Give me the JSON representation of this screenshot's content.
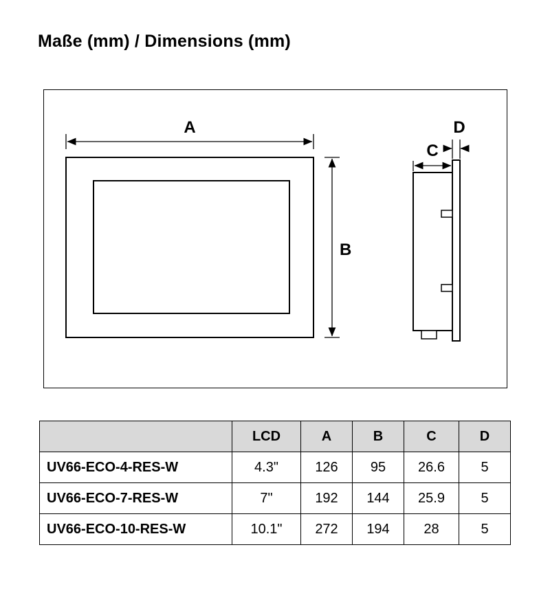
{
  "title": "Maße (mm) / Dimensions (mm)",
  "diagram": {
    "labels": {
      "a": "A",
      "b": "B",
      "c": "C",
      "d": "D"
    }
  },
  "table": {
    "headers": [
      "",
      "LCD",
      "A",
      "B",
      "C",
      "D"
    ],
    "rows": [
      {
        "model": "UV66-ECO-4-RES-W",
        "lcd": "4.3\"",
        "a": "126",
        "b": "95",
        "c": "26.6",
        "d": "5"
      },
      {
        "model": "UV66-ECO-7-RES-W",
        "lcd": "7\"",
        "a": "192",
        "b": "144",
        "c": "25.9",
        "d": "5"
      },
      {
        "model": "UV66-ECO-10-RES-W",
        "lcd": "10.1\"",
        "a": "272",
        "b": "194",
        "c": "28",
        "d": "5"
      }
    ]
  }
}
